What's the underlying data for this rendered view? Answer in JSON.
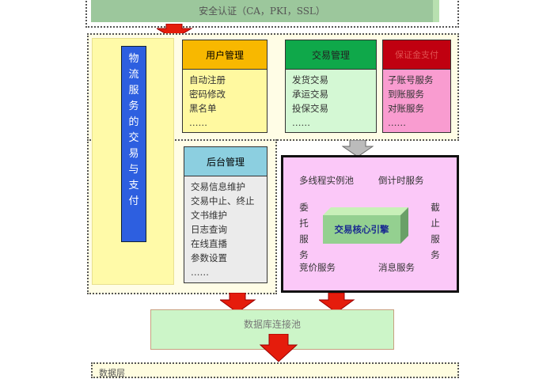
{
  "security": {
    "label": "安全认证（CA，PKI，SSL）"
  },
  "logistics": {
    "label": "物流服务的交易与支付"
  },
  "user_mgmt": {
    "title": "用户管理",
    "items": [
      "自动注册",
      "密码修改",
      "黑名单",
      "……"
    ]
  },
  "trade_mgmt": {
    "title": "交易管理",
    "items": [
      "发货交易",
      "承运交易",
      "投保交易",
      "……"
    ]
  },
  "deposit": {
    "title": "保证金支付",
    "items": [
      "子账号服务",
      "到账服务",
      "对账服务",
      "……"
    ]
  },
  "backend": {
    "title": "后台管理",
    "items": [
      "交易信息维护",
      "交易中止、终止",
      "文书维护",
      "日志查询",
      "在线直播",
      "参数设置",
      "……"
    ]
  },
  "engine": {
    "core": "交易核心引擎",
    "thread_pool": "多线程实例池",
    "countdown": "倒计时服务",
    "entrust": "委托服务",
    "deadline": "截止服务",
    "bidding": "竞价服务",
    "message": "消息服务"
  },
  "db_pool": {
    "label": "数据库连接池"
  },
  "data_layer": {
    "label": "数据层"
  }
}
